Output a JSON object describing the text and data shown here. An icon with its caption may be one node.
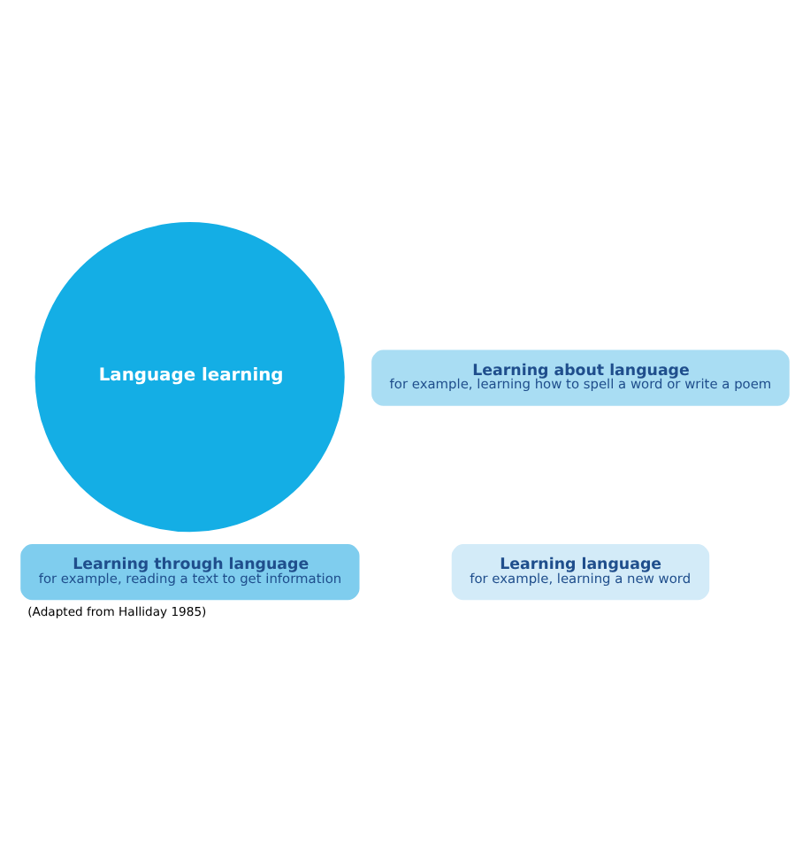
{
  "diagram": {
    "caption": "(Adapted from Halliday 1985)",
    "nodes": [
      {
        "text": [
          "Learning language",
          "for example, learning a new word"
        ]
      },
      {
        "text": [
          "Learning through language",
          "for example, reading a text to get information"
        ]
      },
      {
        "text": [
          "Language learning"
        ]
      },
      {
        "text": [
          "Learning about language",
          "for example, learning how to spell a word or write a poem"
        ]
      }
    ],
    "edges": []
  }
}
